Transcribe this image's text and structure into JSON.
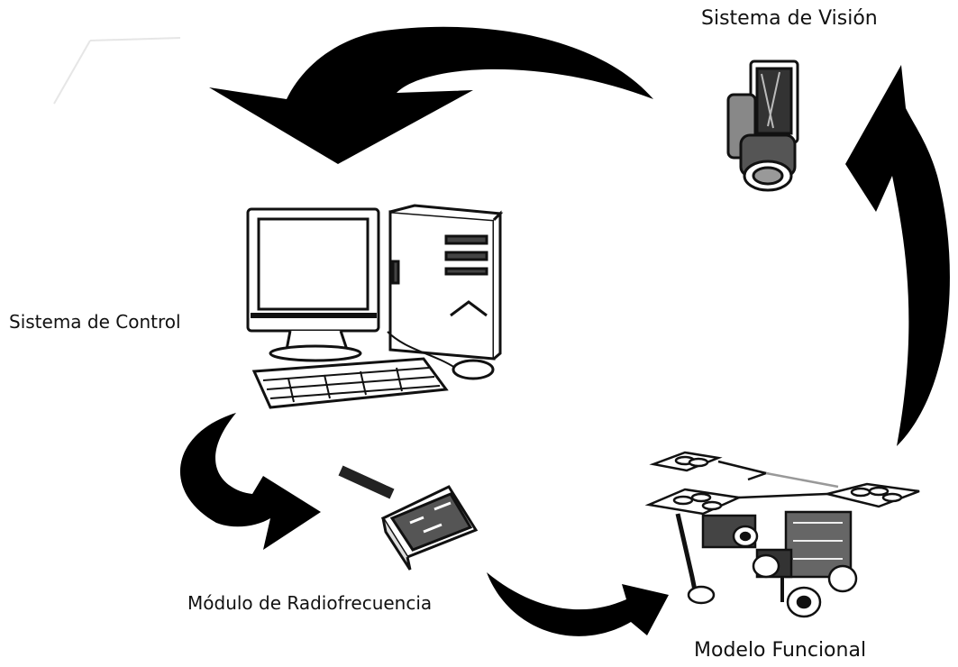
{
  "diagram": {
    "nodes": {
      "vision": {
        "label": "Sistema de Visión",
        "icon": "video-camera-icon"
      },
      "control": {
        "label": "Sistema de Control",
        "icon": "desktop-computer-icon"
      },
      "rf": {
        "label": "Módulo de Radiofrecuencia",
        "icon": "rf-module-icon"
      },
      "model": {
        "label": "Modelo Funcional",
        "icon": "mobile-robots-icon"
      }
    },
    "flows": [
      {
        "from": "vision",
        "to": "control"
      },
      {
        "from": "control",
        "to": "rf"
      },
      {
        "from": "rf",
        "to": "model"
      },
      {
        "from": "model",
        "to": "vision"
      }
    ],
    "colors": {
      "arrow": "#000000",
      "line": "#111111",
      "background": "#ffffff"
    }
  }
}
